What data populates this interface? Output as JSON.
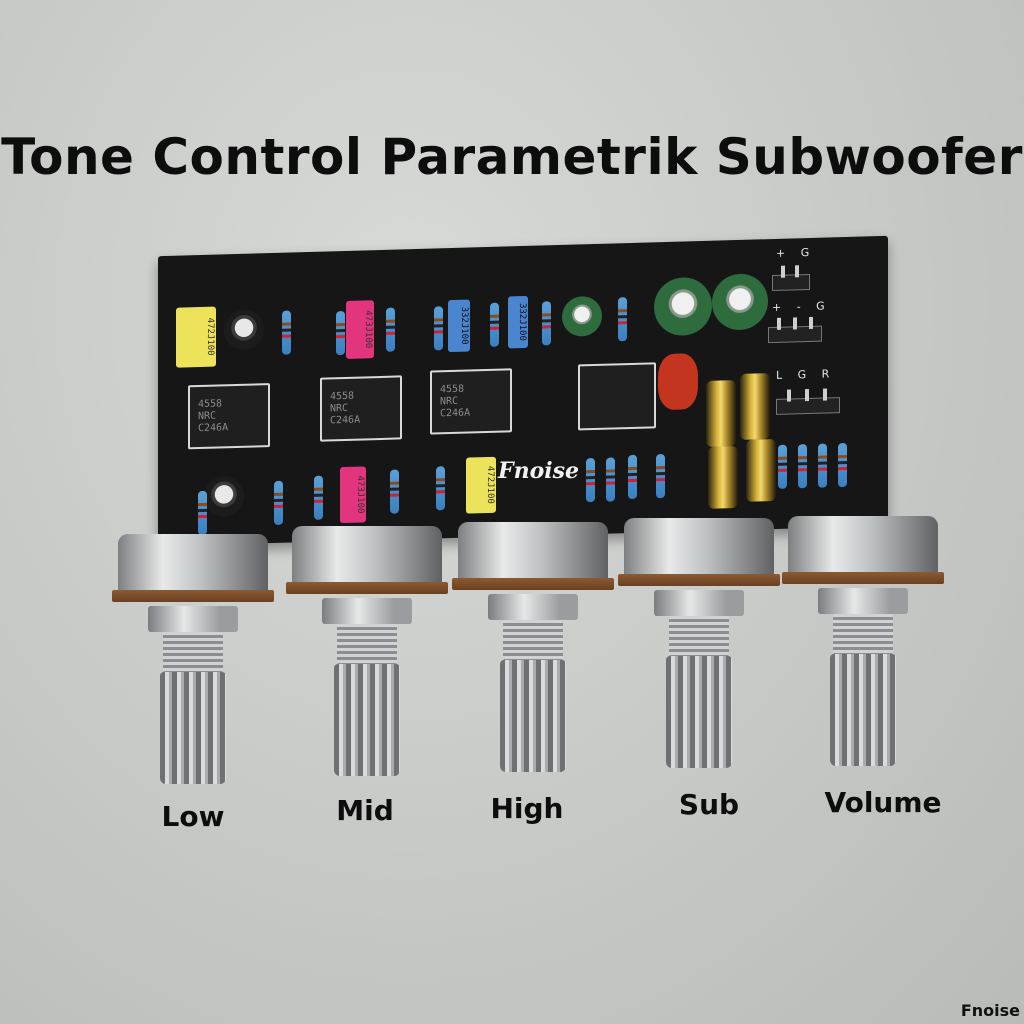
{
  "title": "Tone Control Parametrik Subwoofer",
  "board": {
    "brand": "Fnoise",
    "ic_markings": [
      "4558\nNRC\nC246A",
      "4558\nNRC\nC246A",
      "4558\nNRC\nC246A"
    ],
    "cap_markings": [
      "472J100",
      "473J100",
      "332J100",
      "332J100",
      "473J100",
      "472J100"
    ],
    "silkscreen": [
      "+ G",
      "+ - G",
      "L G R"
    ]
  },
  "pots": [
    {
      "label": "Low"
    },
    {
      "label": "Mid"
    },
    {
      "label": "High"
    },
    {
      "label": "Sub"
    },
    {
      "label": "Volume"
    }
  ],
  "watermark": "Fnoise"
}
